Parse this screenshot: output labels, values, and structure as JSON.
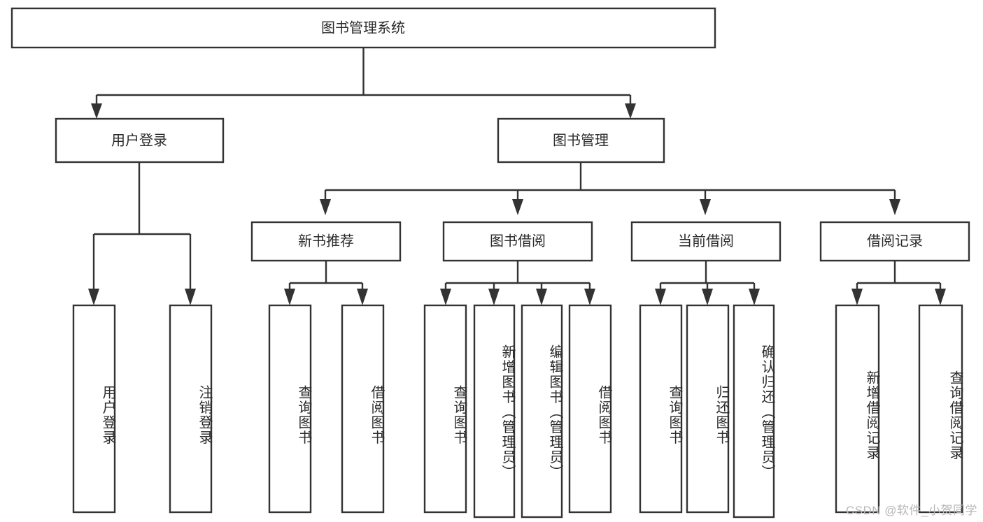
{
  "diagram": {
    "title": "图书管理系统",
    "type": "tree",
    "orientation": "top-down",
    "root": {
      "id": "root",
      "label": "图书管理系统",
      "text_orientation": "horizontal"
    },
    "level2": [
      {
        "id": "user-login",
        "label": "用户登录",
        "text_orientation": "horizontal"
      },
      {
        "id": "book-manage",
        "label": "图书管理",
        "text_orientation": "horizontal"
      }
    ],
    "level3": [
      {
        "id": "new-book-rec",
        "label": "新书推荐",
        "text_orientation": "horizontal"
      },
      {
        "id": "book-borrow",
        "label": "图书借阅",
        "text_orientation": "horizontal"
      },
      {
        "id": "current-borrow",
        "label": "当前借阅",
        "text_orientation": "horizontal"
      },
      {
        "id": "borrow-record",
        "label": "借阅记录",
        "text_orientation": "horizontal"
      }
    ],
    "leaves": [
      {
        "id": "leaf-user-login",
        "parent": "user-login",
        "label": "用户登录",
        "text_orientation": "vertical"
      },
      {
        "id": "leaf-logout-login",
        "parent": "user-login",
        "label": "注销登录",
        "text_orientation": "vertical"
      },
      {
        "id": "leaf-query-book-1",
        "parent": "new-book-rec",
        "label": "查询图书",
        "text_orientation": "vertical"
      },
      {
        "id": "leaf-borrow-book-1",
        "parent": "new-book-rec",
        "label": "借阅图书",
        "text_orientation": "vertical"
      },
      {
        "id": "leaf-query-book-2",
        "parent": "book-borrow",
        "label": "查询图书",
        "text_orientation": "vertical"
      },
      {
        "id": "leaf-add-book",
        "parent": "book-borrow",
        "label": "新增图书（管理员）",
        "text_orientation": "vertical"
      },
      {
        "id": "leaf-edit-book",
        "parent": "book-borrow",
        "label": "编辑图书（管理员）",
        "text_orientation": "vertical"
      },
      {
        "id": "leaf-borrow-book-2",
        "parent": "book-borrow",
        "label": "借阅图书",
        "text_orientation": "vertical"
      },
      {
        "id": "leaf-query-book-3",
        "parent": "current-borrow",
        "label": "查询图书",
        "text_orientation": "vertical"
      },
      {
        "id": "leaf-return-book",
        "parent": "current-borrow",
        "label": "归还图书",
        "text_orientation": "vertical"
      },
      {
        "id": "leaf-confirm-return",
        "parent": "current-borrow",
        "label": "确认归还（管理员）",
        "text_orientation": "vertical"
      },
      {
        "id": "leaf-add-record",
        "parent": "borrow-record",
        "label": "新增借阅记录",
        "text_orientation": "vertical"
      },
      {
        "id": "leaf-query-record",
        "parent": "borrow-record",
        "label": "查询借阅记录",
        "text_orientation": "vertical"
      }
    ],
    "colors": {
      "stroke": "#333333",
      "fill": "#ffffff",
      "text": "#2b2b2b",
      "watermark": "#b7b7b7"
    }
  },
  "watermark": {
    "text": "CSDN @软件_小贺同学"
  }
}
